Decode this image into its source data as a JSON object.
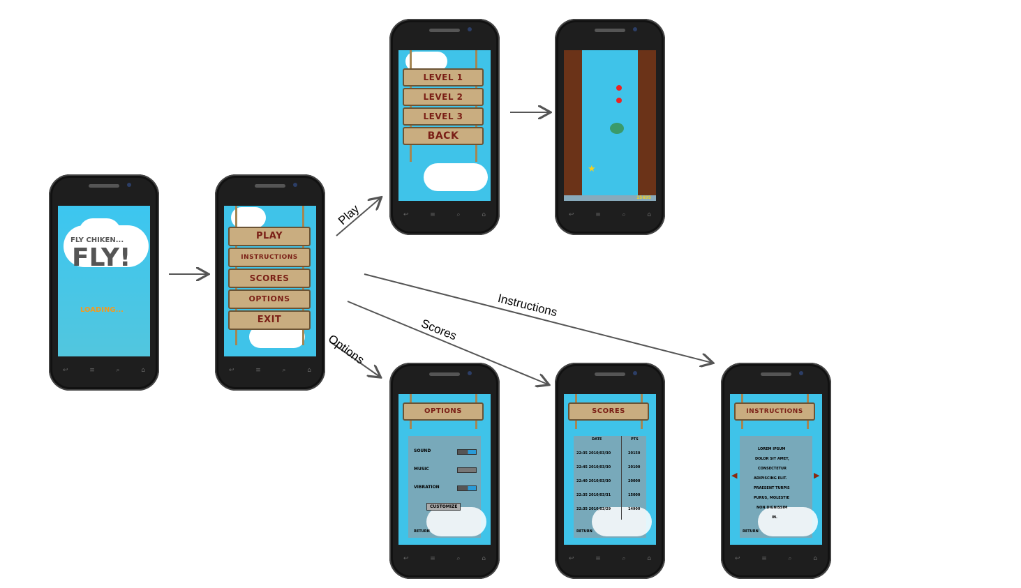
{
  "arrows": {
    "play": "Play",
    "instructions": "Instructions",
    "scores": "Scores",
    "options": "Options"
  },
  "splash": {
    "title_small": "FLY CHIKEN...",
    "title_big": "FLY!",
    "loading": "LOADING..."
  },
  "main_menu": {
    "items": [
      "PLAY",
      "INSTRUCTIONS",
      "SCORES",
      "OPTIONS",
      "EXIT"
    ]
  },
  "level_menu": {
    "items": [
      "LEVEL 1",
      "LEVEL 2",
      "LEVEL 3",
      "BACK"
    ]
  },
  "game": {
    "score": "15695"
  },
  "options_screen": {
    "title": "OPTIONS",
    "rows": [
      {
        "label": "SOUND",
        "state": "ON"
      },
      {
        "label": "MUSIC",
        "state": "OFF"
      },
      {
        "label": "VIBRATION",
        "state": "ON"
      }
    ],
    "customize": "CUSTOMIZE",
    "return": "RETURN"
  },
  "scores_screen": {
    "title": "SCORES",
    "col_date": "DATE",
    "col_pts": "PTS",
    "rows": [
      {
        "date": "22:35 2010/03/30",
        "pts": "20150"
      },
      {
        "date": "22:45 2010/03/30",
        "pts": "20100"
      },
      {
        "date": "22:40 2010/03/30",
        "pts": "20000"
      },
      {
        "date": "22:35 2010/03/31",
        "pts": "15000"
      },
      {
        "date": "22:35 2010/03/29",
        "pts": "14900"
      }
    ],
    "return": "RETURN"
  },
  "instructions_screen": {
    "title": "INSTRUCTIONS",
    "lines": [
      "LOREM IPSUM",
      "DOLOR SIT AMET,",
      "CONSECTETUR",
      "ADIPISCING ELIT.",
      "PRAESENT TURPIS",
      "PURUS, MOLESTIE",
      "NON DIGNISSIM",
      "IN."
    ],
    "return": "RETURN"
  },
  "colors": {
    "sky": "#3fc3e9",
    "wood": "#c9ad80",
    "sign_text": "#7a1f16",
    "loading": "#f39a1e"
  }
}
